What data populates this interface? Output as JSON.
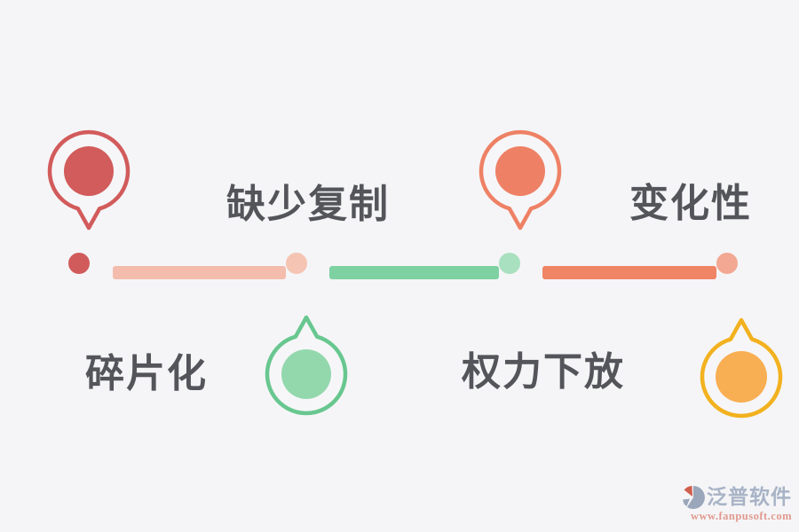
{
  "page": {
    "background": "#f5f5f7",
    "label_text_color": "#54555a"
  },
  "diagram_type": "horizontal-timeline-infographic",
  "milestones": [
    {
      "label": "碎片化",
      "label_position": "bottom",
      "pin_position": "top",
      "pin": {
        "stroke": "#d25b5b",
        "fill": "#d25b5b"
      },
      "node_color": "#d15b5b",
      "segment_color": "#f3bcad"
    },
    {
      "label": "缺少复制",
      "label_position": "top",
      "pin_position": "bottom",
      "pin": {
        "stroke": "#68c78f",
        "fill": "#93d8ad"
      },
      "node_color": "#f5c4b3",
      "segment_color": "#7ed1a1"
    },
    {
      "label": "权力下放",
      "label_position": "bottom",
      "pin_position": "top",
      "pin": {
        "stroke": "#ee8165",
        "fill": "#ee8165"
      },
      "node_color": "#a9e0bf",
      "segment_color": "#f08566"
    },
    {
      "label": "变化性",
      "label_position": "top",
      "pin_position": "bottom",
      "pin": {
        "stroke": "#f2b11e",
        "fill": "#f8ae52"
      },
      "node_color": "#f2a892",
      "segment_color": null
    }
  ],
  "watermark": {
    "name": "泛普软件",
    "url": "www.fanpusoft.com",
    "name_color": "#a8b3c6",
    "url_color": "#e09a8f",
    "logo_gray": "#9aa6ba",
    "logo_accent": "#d05f4e"
  }
}
